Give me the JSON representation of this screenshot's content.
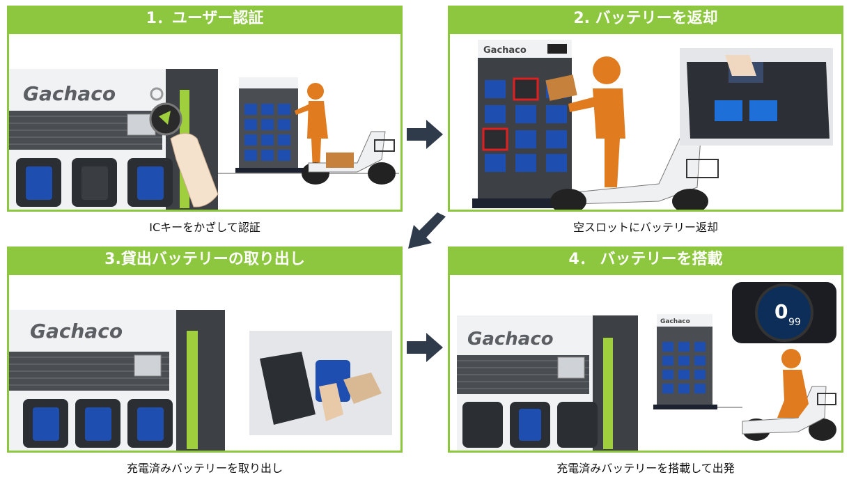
{
  "steps": [
    {
      "title": "1．ユーザー認証",
      "caption": "ICキーをかざして認証"
    },
    {
      "title": "2. バッテリーを返却",
      "caption": "空スロットにバッテリー返却"
    },
    {
      "title": "3.貸出バッテリーの取り出し",
      "caption": "充電済みバッテリーを取り出し"
    },
    {
      "title": "4．  バッテリーを搭載",
      "caption": "充電済みバッテリーを搭載して出発"
    }
  ],
  "brand": "Gachaco",
  "meter": {
    "speed": "0",
    "level": "99"
  },
  "colors": {
    "green": "#8dc63f",
    "orange": "#e07b1f",
    "battery": "#1e4fb0",
    "arrow": "#2f3a4a",
    "cabinet": "#3d4146"
  }
}
